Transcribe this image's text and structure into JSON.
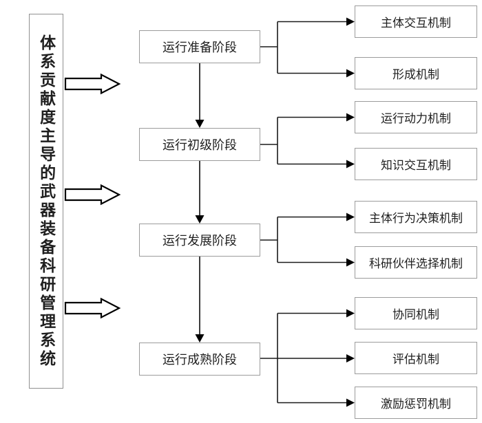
{
  "diagram": {
    "title_implicit": "",
    "root_label": "体系贡献度主导的武器装备科研管理系统",
    "stages": [
      {
        "label": "运行准备阶段",
        "mechanisms": [
          "主体交互机制",
          "形成机制"
        ]
      },
      {
        "label": "运行初级阶段",
        "mechanisms": [
          "运行动力机制",
          "知识交互机制"
        ]
      },
      {
        "label": "运行发展阶段",
        "mechanisms": [
          "主体行为决策机制",
          "科研伙伴选择机制"
        ]
      },
      {
        "label": "运行成熟阶段",
        "mechanisms": [
          "协同机制",
          "评估机制",
          "激励惩罚机制"
        ]
      }
    ],
    "colors": {
      "background": "#ffffff",
      "box_border": "#9b9b9b",
      "connector_line": "#1a1a1a",
      "arrow_fill": "#000000",
      "text": "#1f1f1f"
    }
  }
}
